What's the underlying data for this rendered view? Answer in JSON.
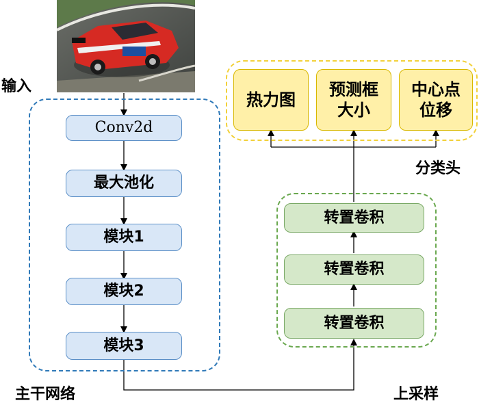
{
  "labels": {
    "input": "输入",
    "backbone": "主干网络",
    "upsample": "上采样",
    "head": "分类头"
  },
  "backbone_blocks": [
    "Conv2d",
    "最大池化",
    "模块1",
    "模块2",
    "模块3"
  ],
  "upsample_blocks": [
    "转置卷积",
    "转置卷积",
    "转置卷积"
  ],
  "head_blocks": [
    {
      "line1": "热力图",
      "line2": ""
    },
    {
      "line1": "预测框",
      "line2": "大小"
    },
    {
      "line1": "中心点",
      "line2": "位移"
    }
  ],
  "colors": {
    "backbone_border": "#2f79b8",
    "backbone_fill": "#d9e7f7",
    "upsample_border": "#6aa84f",
    "upsample_fill": "#d5e8c9",
    "head_border": "#f2d13a",
    "head_fill": "#fff0a8"
  },
  "input_image": "red rally car photo"
}
